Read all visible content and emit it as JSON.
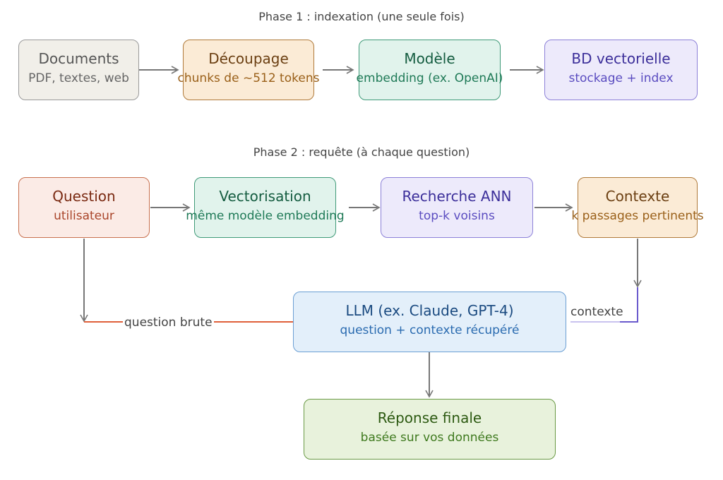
{
  "phase1": {
    "title": "Phase 1 : indexation (une seule fois)",
    "nodes": [
      {
        "title": "Documents",
        "subtitle": "PDF, textes, web"
      },
      {
        "title": "Découpage",
        "subtitle": "chunks de ~512 tokens"
      },
      {
        "title": "Modèle",
        "subtitle": "embedding (ex. OpenAI)"
      },
      {
        "title": "BD vectorielle",
        "subtitle": "stockage + index"
      }
    ]
  },
  "phase2": {
    "title": "Phase 2 : requête (à chaque question)",
    "nodes": [
      {
        "title": "Question",
        "subtitle": "utilisateur"
      },
      {
        "title": "Vectorisation",
        "subtitle": "même modèle embedding"
      },
      {
        "title": "Recherche ANN",
        "subtitle": "top-k voisins"
      },
      {
        "title": "Contexte",
        "subtitle": "k passages pertinents"
      },
      {
        "title": "LLM (ex. Claude, GPT-4)",
        "subtitle": "question + contexte récupéré"
      },
      {
        "title": "Réponse finale",
        "subtitle": "basée sur vos données"
      }
    ],
    "edge_labels": {
      "question": "question brute",
      "context": "contexte"
    }
  },
  "colors": {
    "arrow": "#777777",
    "question_edge": "#e0603a",
    "context_edge": "#6a5acd"
  }
}
